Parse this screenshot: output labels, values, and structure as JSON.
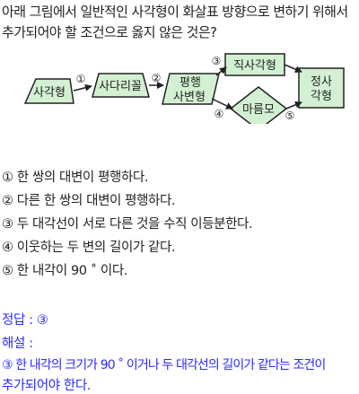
{
  "question": {
    "line1": "아래 그림에서 일반적인 사각형이 화살표 방향으로 변하기 위해서",
    "line2": "추가되어야 할 조건으로 옳지 않은 것은?"
  },
  "diagram": {
    "box_quadrilateral": "사각형",
    "box_trapezoid": "사다리꼴",
    "box_parallelogram_1": "평행",
    "box_parallelogram_2": "사변형",
    "box_rectangle": "직사각형",
    "box_rhombus": "마름모",
    "box_square_1": "정사",
    "box_square_2": "각형",
    "arrow_labels": [
      "①",
      "②",
      "③",
      "④",
      "⑤"
    ]
  },
  "options": [
    "① 한 쌍의 대변이 평행하다.",
    "② 다른 한 쌍의 대변이 평행하다.",
    "③ 두 대각선이 서로 다른 것을 수직 이등분한다.",
    "④ 이웃하는 두 변의 길이가 같다.",
    "⑤ 한 내각이 90 ˚ 이다."
  ],
  "answer": {
    "label": "정답 : ③",
    "explanation_label": "해설 :",
    "explanation_line1": "③ 한 내각의 크기가 90 ˚ 이거나 두 대각선의 길이가 같다는 조건이",
    "explanation_line2": "추가되어야 한다."
  },
  "colors": {
    "box_fill": "#d3f1d2",
    "stroke": "#222222",
    "answer_text": "#2a2aff"
  }
}
